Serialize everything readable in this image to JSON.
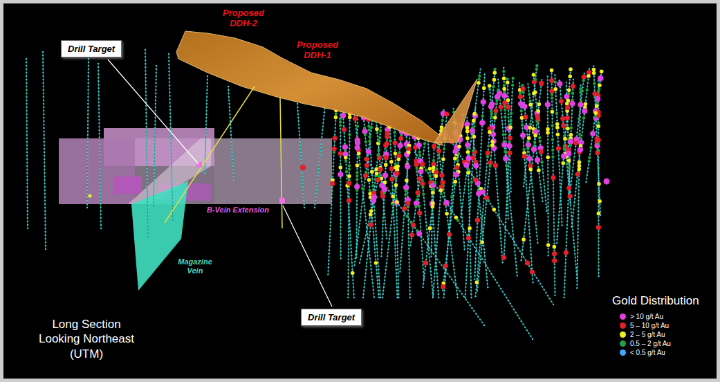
{
  "diagram": {
    "nodes": [
      {
        "text": [
          "Drill Target"
        ]
      },
      {
        "text": [
          "Drill Target"
        ]
      }
    ],
    "edges": [],
    "labels": [
      "Proposed DDH-2",
      "Proposed DDH-1",
      "B-Vein Extension",
      "Magazine Vein",
      "Long Section Looking Northeast (UTM)",
      "Gold Distribution"
    ],
    "legend": [
      {
        "text": "> 10 g/t Au",
        "color": "#e040e0"
      },
      {
        "text": "5 – 10 g/t Au",
        "color": "#e0202a"
      },
      {
        "text": "2 – 5 g/t Au",
        "color": "#f0f020"
      },
      {
        "text": "0.5 – 2 g/t Au",
        "color": "#20a048"
      },
      {
        "text": "< 0.5 g/t Au",
        "color": "#40a8ff"
      }
    ]
  }
}
